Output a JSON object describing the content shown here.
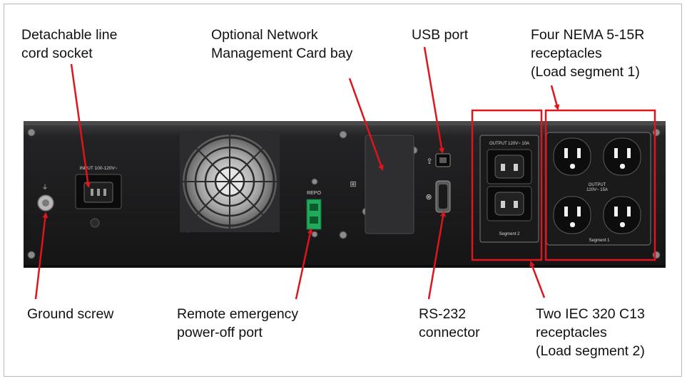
{
  "labels": {
    "line_cord": "Detachable line\ncord socket",
    "network_card": "Optional Network\nManagement Card bay",
    "usb": "USB port",
    "nema": "Four NEMA 5-15R\nreceptacles\n(Load segment 1)",
    "ground": "Ground screw",
    "epo": "Remote emergency\npower-off port",
    "rs232": "RS-232\nconnector",
    "iec": "Two IEC 320 C13\nreceptacles\n(Load segment 2)"
  },
  "panel": {
    "input_label": "INPUT 100-120V~",
    "repo_label": "REPO",
    "output_c13_label": "OUTPUT 120V~ 10A",
    "output_nema_label": "OUTPUT\n120V~ 15A",
    "segment2_label": "Segment 2",
    "segment1_label": "Segment 1"
  },
  "colors": {
    "callout_red": "#e0141c",
    "chassis": "#1c1c1e"
  }
}
